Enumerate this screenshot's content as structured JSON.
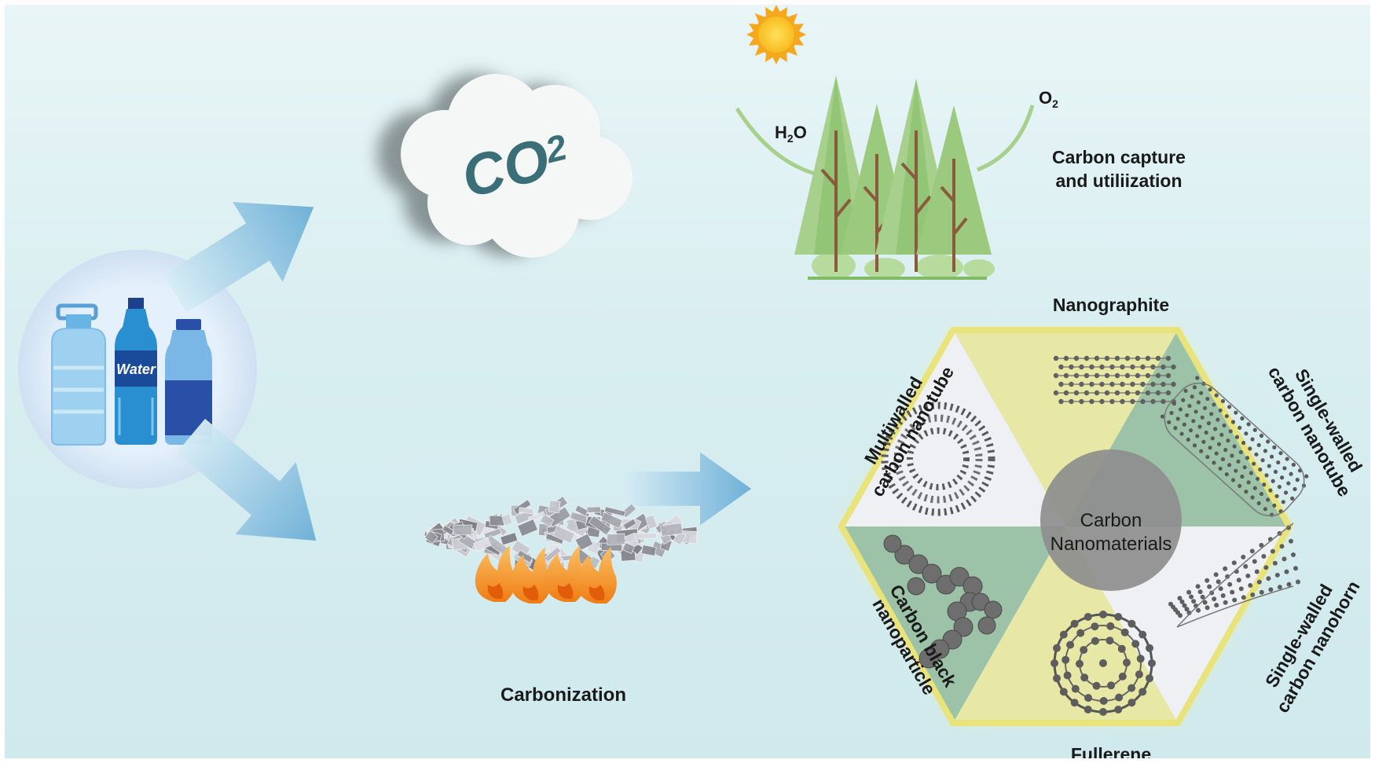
{
  "cloud": {
    "formula": "CO",
    "subscript": "2"
  },
  "forest": {
    "h2o_main": "H",
    "h2o_sub": "2",
    "h2o_tail": "O",
    "o2_main": "O",
    "o2_sub": "2",
    "caption_line1": "Carbon capture",
    "caption_line2": "and utiliization"
  },
  "bottle_label": "Water",
  "carbonization_label": "Carbonization",
  "hexagon": {
    "center_line1": "Carbon",
    "center_line2": "Nanomaterials",
    "top": "Nanographite",
    "bottom": "Fullerene",
    "upper_left_line1": "Multiwalled",
    "upper_left_line2": "carbon nanotube",
    "upper_right_line1": "Single-walled",
    "upper_right_line2": "carbon nanotube",
    "lower_left_line1": "Carbon black",
    "lower_left_line2": "nanoparticle",
    "lower_right_line1": "Single-walled",
    "lower_right_line2": "carbon nanohorn"
  },
  "colors": {
    "arrow": "#6fb3d6",
    "leaf_light": "#a8d08d",
    "leaf_dark": "#7fbb63",
    "trunk": "#8a5a3c",
    "hex_yellow": "#e7e7a6",
    "hex_green": "#9cc3a8",
    "hex_white": "#eef0f3",
    "center_disc": "#8e8e8e",
    "flame": "#f59a1f"
  }
}
